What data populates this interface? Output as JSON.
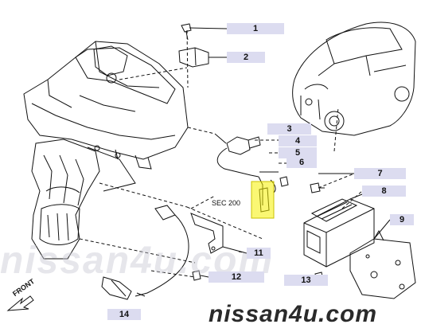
{
  "watermark": {
    "large": "nissan4u.com",
    "footer": "nissan4u.com"
  },
  "section_ref": "SEC 200",
  "front_label": "FRONT",
  "callouts": [
    "1",
    "2",
    "3",
    "4",
    "5",
    "6",
    "7",
    "8",
    "9",
    "11",
    "12",
    "13",
    "14"
  ],
  "colors": {
    "line": "#111111",
    "callout_bg": "#dcdcf0",
    "highlight": "#f5f000"
  }
}
